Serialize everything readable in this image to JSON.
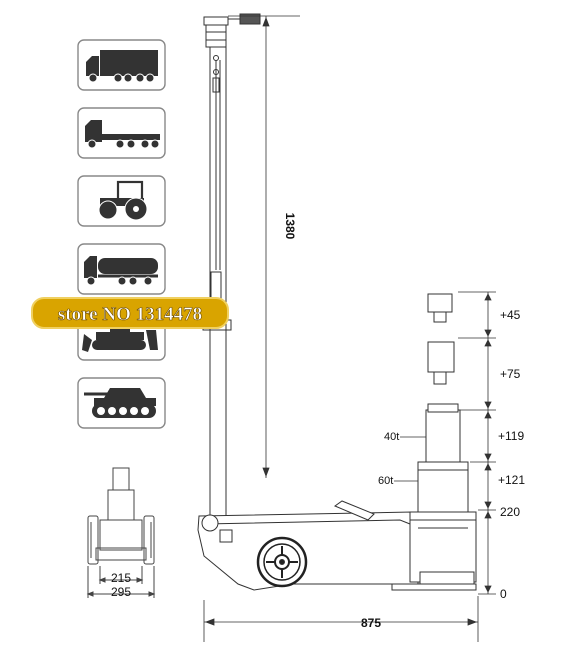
{
  "watermark": {
    "text": "store NO 1314478",
    "color": "#d9a400"
  },
  "dimensions": {
    "height_total": "1380",
    "length": "875",
    "width_inner": "215",
    "width_outer": "295",
    "base": "0",
    "min_height": "220"
  },
  "extensions": [
    {
      "label": "+45"
    },
    {
      "label": "+75"
    },
    {
      "label": "+119"
    },
    {
      "label": "+121"
    }
  ],
  "stages": {
    "upper": "40t",
    "lower": "60t"
  },
  "vehicle_icons": [
    "box-truck-icon",
    "flatbed-truck-icon",
    "tractor-icon",
    "tanker-truck-icon",
    "bulldozer-icon",
    "tank-icon"
  ]
}
